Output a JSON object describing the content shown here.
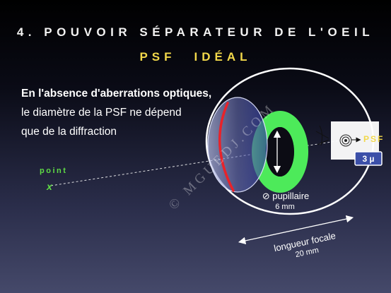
{
  "slide": {
    "title": "4. POUVOIR SÉPARATEUR DE L'OEIL",
    "subtitle_left": "PSF",
    "subtitle_right": "IDÉAL",
    "body_line1": "En l'absence d'aberrations optiques,",
    "body_line2": "le diamètre de la PSF ne dépend",
    "body_line3": "que de la diffraction"
  },
  "diagram": {
    "point_label": "point",
    "point_marker": "x",
    "pupil_label": "⊘ pupillaire",
    "pupil_size": "6 mm",
    "focal_label": "longueur focale",
    "focal_size": "20 mm",
    "psf_label": "PSF",
    "psf_value": "3 µ",
    "watermark": "© MGUEDJ.COM"
  },
  "colors": {
    "title": "#f2f2f2",
    "subtitle": "#f2d84a",
    "pupil_ring": "#4dea5a",
    "lens_red": "#e8232a",
    "point_green": "#5fdc45",
    "psf_box": "#3b4fa8"
  }
}
